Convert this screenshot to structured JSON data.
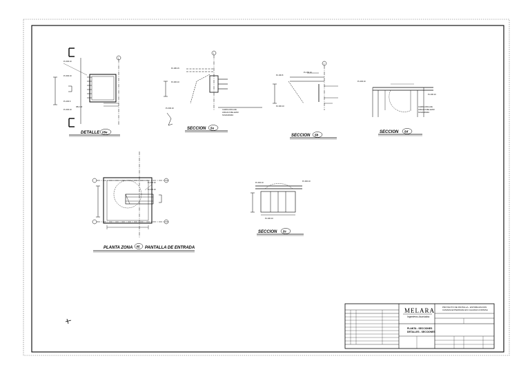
{
  "details": {
    "detalle_5e": {
      "title": "DETALLE",
      "ref": "05e"
    },
    "seccion_5a": {
      "title": "SECCION",
      "ref": "5a"
    },
    "seccion_5b": {
      "title": "SECCION",
      "ref": "5b"
    },
    "seccion_5d": {
      "title": "SECCION",
      "ref": "5d"
    },
    "seccion_5c": {
      "title": "SECCION",
      "ref": "5c"
    },
    "planta": {
      "title_left": "PLANTA ZONA",
      "ref": "05",
      "title_right": "PANTALLA DE ENTRADA"
    }
  },
  "title_block": {
    "logo": "MELARA",
    "logo_sub": "Ingenieros Asociados",
    "project_line1": "PROYECTO DE PANTALLA - ESTABILIZACION",
    "project_line2": "CAMARA ENTERRADA EN CALZADA CORNISA",
    "plan_line1": "PLANTA - SECCIONES",
    "plan_line2": "DETALLES - SECCIONES"
  }
}
